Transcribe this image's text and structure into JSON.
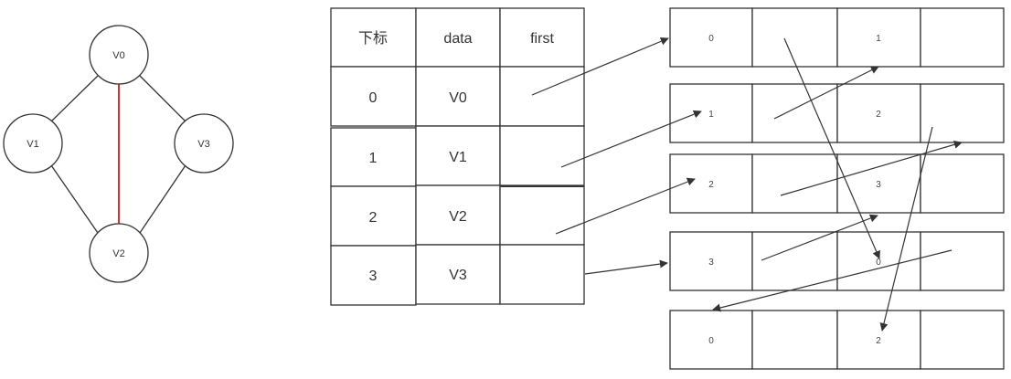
{
  "graph": {
    "nodes": [
      {
        "id": "v0",
        "label": "V0"
      },
      {
        "id": "v1",
        "label": "V1"
      },
      {
        "id": "v2",
        "label": "V2"
      },
      {
        "id": "v3",
        "label": "V3"
      }
    ],
    "edges": [
      {
        "from": "v0",
        "to": "v1",
        "highlight": false
      },
      {
        "from": "v0",
        "to": "v3",
        "highlight": false
      },
      {
        "from": "v0",
        "to": "v2",
        "highlight": true
      },
      {
        "from": "v1",
        "to": "v2",
        "highlight": false
      },
      {
        "from": "v3",
        "to": "v2",
        "highlight": false
      }
    ]
  },
  "vertex_table": {
    "headers": [
      "下标",
      "data",
      "first"
    ],
    "rows": [
      {
        "index": "0",
        "data": "V0"
      },
      {
        "index": "1",
        "data": "V1"
      },
      {
        "index": "2",
        "data": "V2"
      },
      {
        "index": "3",
        "data": "V3"
      }
    ]
  },
  "edge_nodes": [
    {
      "a": "0",
      "b": "1"
    },
    {
      "a": "1",
      "b": "2"
    },
    {
      "a": "2",
      "b": "3"
    },
    {
      "a": "3",
      "b": "0"
    },
    {
      "a": "0",
      "b": "2"
    }
  ],
  "colors": {
    "stroke": "#333333",
    "highlight": "#e03030",
    "text": "#333333"
  }
}
